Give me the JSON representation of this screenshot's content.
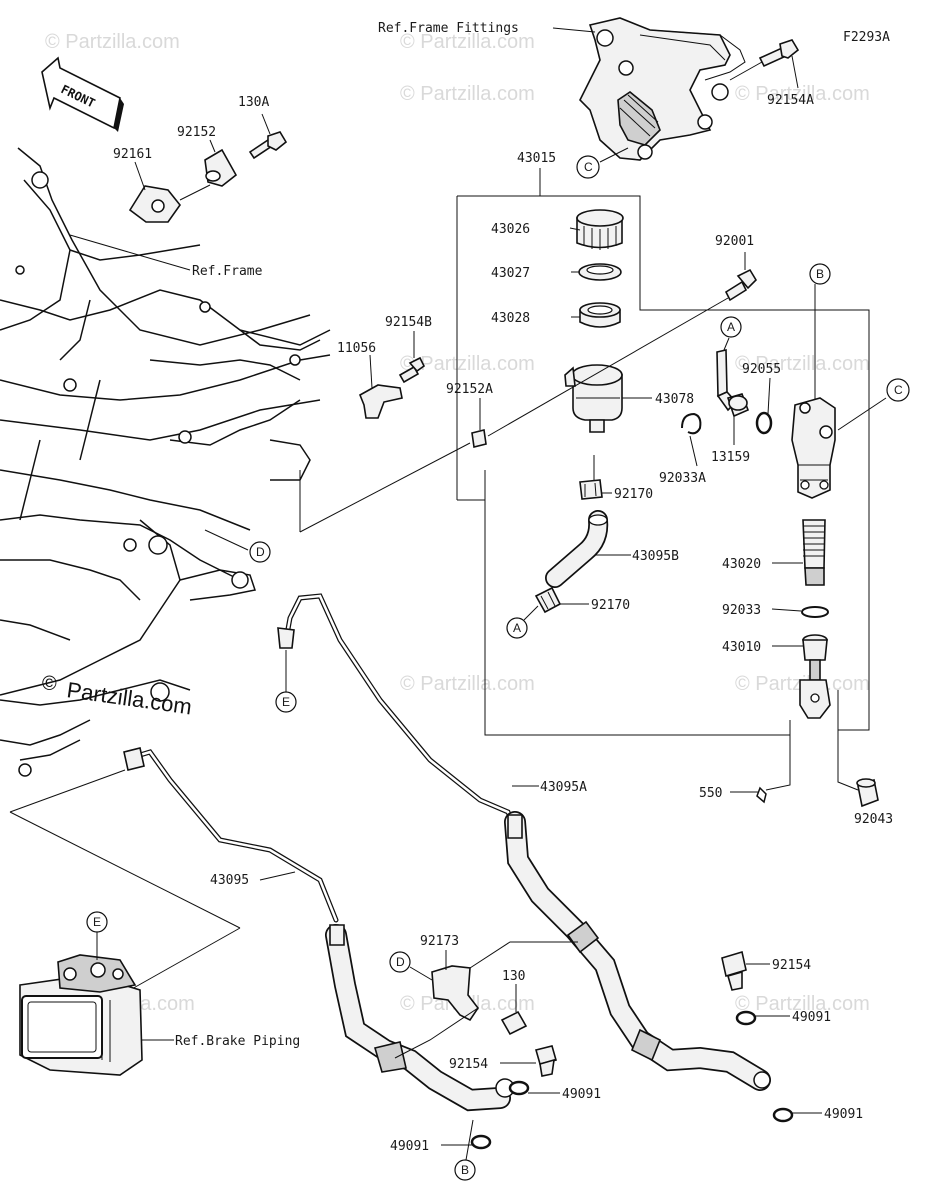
{
  "figure_code": "F2293A",
  "front_arrow": "FRONT",
  "watermarks": {
    "brand_small": "© Partzilla.com",
    "brand_large_copyright": "©",
    "brand_large_text": "Partzilla.com"
  },
  "part_labels": {
    "ref_frame_fittings": "Ref.Frame Fittings",
    "p92154A": "92154A",
    "p130A": "130A",
    "p92152": "92152",
    "p92161": "92161",
    "ref_frame": "Ref.Frame",
    "p43015": "43015",
    "p43026": "43026",
    "p43027": "43027",
    "p43028": "43028",
    "p92001": "92001",
    "p92154B": "92154B",
    "p11056": "11056",
    "p92152A": "92152A",
    "p43078": "43078",
    "p92055": "92055",
    "p13159": "13159",
    "p92033A": "92033A",
    "p92170_top": "92170",
    "p43095B": "43095B",
    "p92170_bottom": "92170",
    "p43020": "43020",
    "p92033": "92033",
    "p43010": "43010",
    "p550": "550",
    "p92043": "92043",
    "p43095A": "43095A",
    "p43095": "43095",
    "p92173": "92173",
    "p130": "130",
    "p92154_center": "92154",
    "p49091_center": "49091",
    "p49091_bottom": "49091",
    "p92154_right": "92154",
    "p49091_right_top": "49091",
    "p49091_right_bottom": "49091",
    "ref_brake_piping": "Ref.Brake Piping"
  },
  "callouts": {
    "c_top": "C",
    "c_right": "C",
    "b_top": "B",
    "b_bottom": "B",
    "a_top": "A",
    "a_bottom": "A",
    "d_frame": "D",
    "d_bottom": "D",
    "e_pipe": "E",
    "e_abs": "E"
  }
}
